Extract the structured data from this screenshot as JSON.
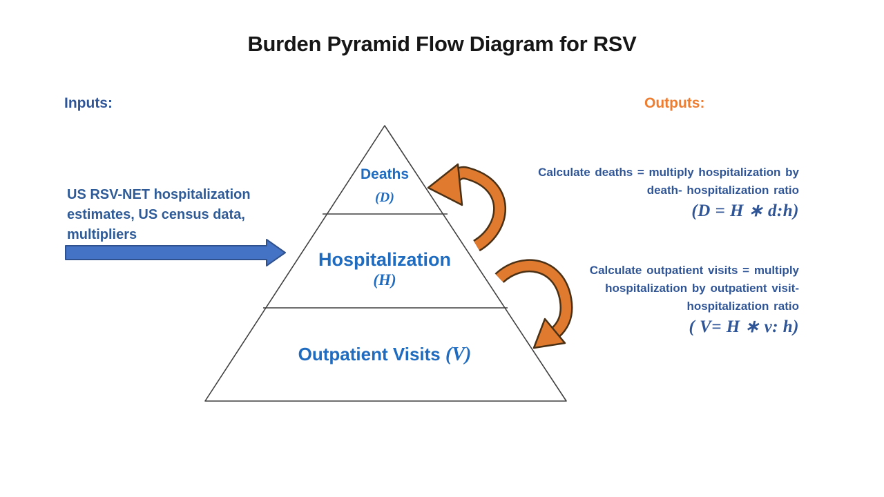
{
  "title": "Burden Pyramid Flow Diagram for RSV",
  "inputs": {
    "label": "Inputs:",
    "lines": [
      "US RSV-NET hospitalization",
      "estimates, US census data,",
      "multipliers"
    ]
  },
  "outputs": {
    "label": "Outputs:",
    "items": [
      {
        "lines": [
          "Calculate deaths = multiply hospitalization by",
          "death- hospitalization ratio"
        ],
        "formula": "(D = H ∗ d:h)"
      },
      {
        "lines": [
          "Calculate outpatient visits = multiply",
          "hospitalization by outpatient visit-",
          "hospitalization ratio"
        ],
        "formula": "( V= H ∗ v: h)"
      }
    ]
  },
  "pyramid": {
    "levels": [
      {
        "name": "Deaths",
        "symbol": "(D)"
      },
      {
        "name": "Hospitalization",
        "symbol": "(H)"
      },
      {
        "name": "Outpatient Visits",
        "symbol": "(V)"
      }
    ]
  },
  "colors": {
    "title_text": "#161616",
    "inputs_label_blue": "#2F5597",
    "outputs_label_orange": "#ED7D31",
    "pyramid_label_blue": "#1F6BBF",
    "body_text_blue": "#2E5B97",
    "input_arrow_fill": "#4472C4",
    "input_arrow_border": "#2F528F",
    "curved_arrow_fill": "#E07A2E",
    "curved_arrow_border": "#4A3015",
    "pyramid_line": "#3F3F3F"
  }
}
